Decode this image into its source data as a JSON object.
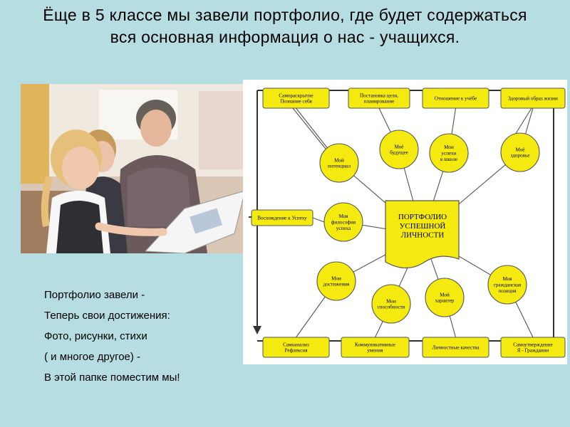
{
  "title": "Ёще в 5 классе мы завели портфолио, где будет содержаться вся основная информация о нас - учащихся.",
  "poem": [
    "Портфолио  завели -",
    "Теперь свои достижения:",
    "Фото, рисунки, стихи",
    "( и многое другое) -",
    "В этой папке поместим мы!"
  ],
  "diagram": {
    "center": [
      "ПОРТФОЛИО",
      "УСПЕШНОЙ",
      "ЛИЧНОСТИ"
    ],
    "top_boxes": [
      [
        "Самораскрытие",
        "Познание себя"
      ],
      [
        "Постановка цели,",
        "планирование"
      ],
      [
        "Отношение к учёбе"
      ],
      [
        "Здоровый образ жизни"
      ]
    ],
    "left_box": [
      "Восхождение к Успеху"
    ],
    "bottom_boxes": [
      [
        "Самоанализ",
        "Рефлексия"
      ],
      [
        "Коммуникативные",
        "умения"
      ],
      [
        "Личностные качества"
      ],
      [
        "Самоутверждение",
        "Я - Гражданин"
      ]
    ],
    "circles": [
      [
        "Мой",
        "потенциал"
      ],
      [
        "Моё",
        "будущее"
      ],
      [
        "Мои",
        "успехи",
        "в школе"
      ],
      [
        "Моё",
        "здоровье"
      ],
      [
        "Моя",
        "философия",
        "успеха"
      ],
      [
        "Мои",
        "достижения"
      ],
      [
        "Мои",
        "способности"
      ],
      [
        "Мой",
        "характер"
      ],
      [
        "Моя",
        "гражданская",
        "позиция"
      ]
    ],
    "colors": {
      "fill": "#f5ea10",
      "stroke": "#555555",
      "arrow": "#333333",
      "background": "#ffffff"
    }
  }
}
